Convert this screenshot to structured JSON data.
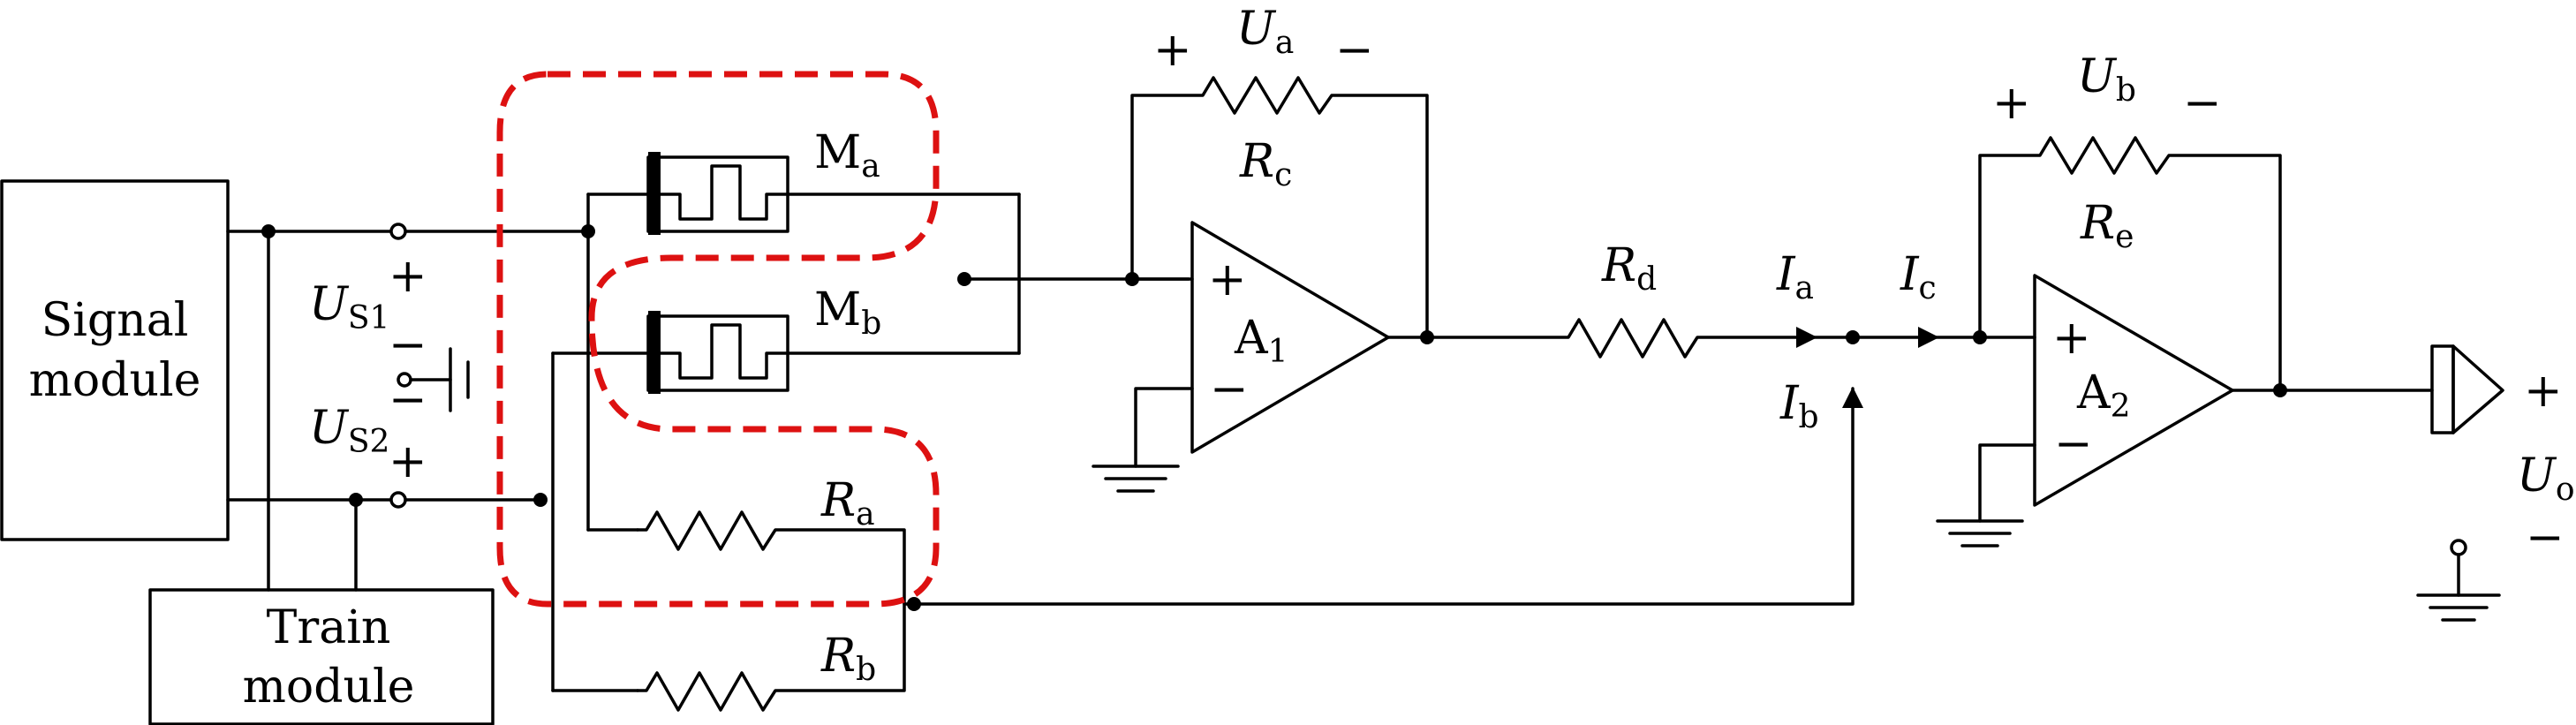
{
  "modules": {
    "signal": [
      "Signal",
      "module"
    ],
    "train": [
      "Train",
      "module"
    ]
  },
  "sources": {
    "us1": {
      "sym": "U",
      "sub": "S1"
    },
    "us2": {
      "sym": "U",
      "sub": "S2"
    }
  },
  "memristors": {
    "ma": {
      "sym": "M",
      "sub": "a"
    },
    "mb": {
      "sym": "M",
      "sub": "b"
    }
  },
  "resistors": {
    "ra": {
      "sym": "R",
      "sub": "a"
    },
    "rb": {
      "sym": "R",
      "sub": "b"
    },
    "rc": {
      "sym": "R",
      "sub": "c"
    },
    "rd": {
      "sym": "R",
      "sub": "d"
    },
    "re": {
      "sym": "R",
      "sub": "e"
    }
  },
  "opamps": {
    "a1": {
      "sym": "A",
      "sub": "1"
    },
    "a2": {
      "sym": "A",
      "sub": "2"
    }
  },
  "voltages": {
    "ua": {
      "sym": "U",
      "sub": "a"
    },
    "ub": {
      "sym": "U",
      "sub": "b"
    },
    "uo": {
      "sym": "U",
      "sub": "o"
    }
  },
  "currents": {
    "ia": {
      "sym": "I",
      "sub": "a"
    },
    "ib": {
      "sym": "I",
      "sub": "b"
    },
    "ic": {
      "sym": "I",
      "sub": "c"
    }
  },
  "signs": {
    "plus": "+",
    "minus": "−"
  },
  "colors": {
    "highlight": "#dd1111",
    "wire": "#000000"
  }
}
